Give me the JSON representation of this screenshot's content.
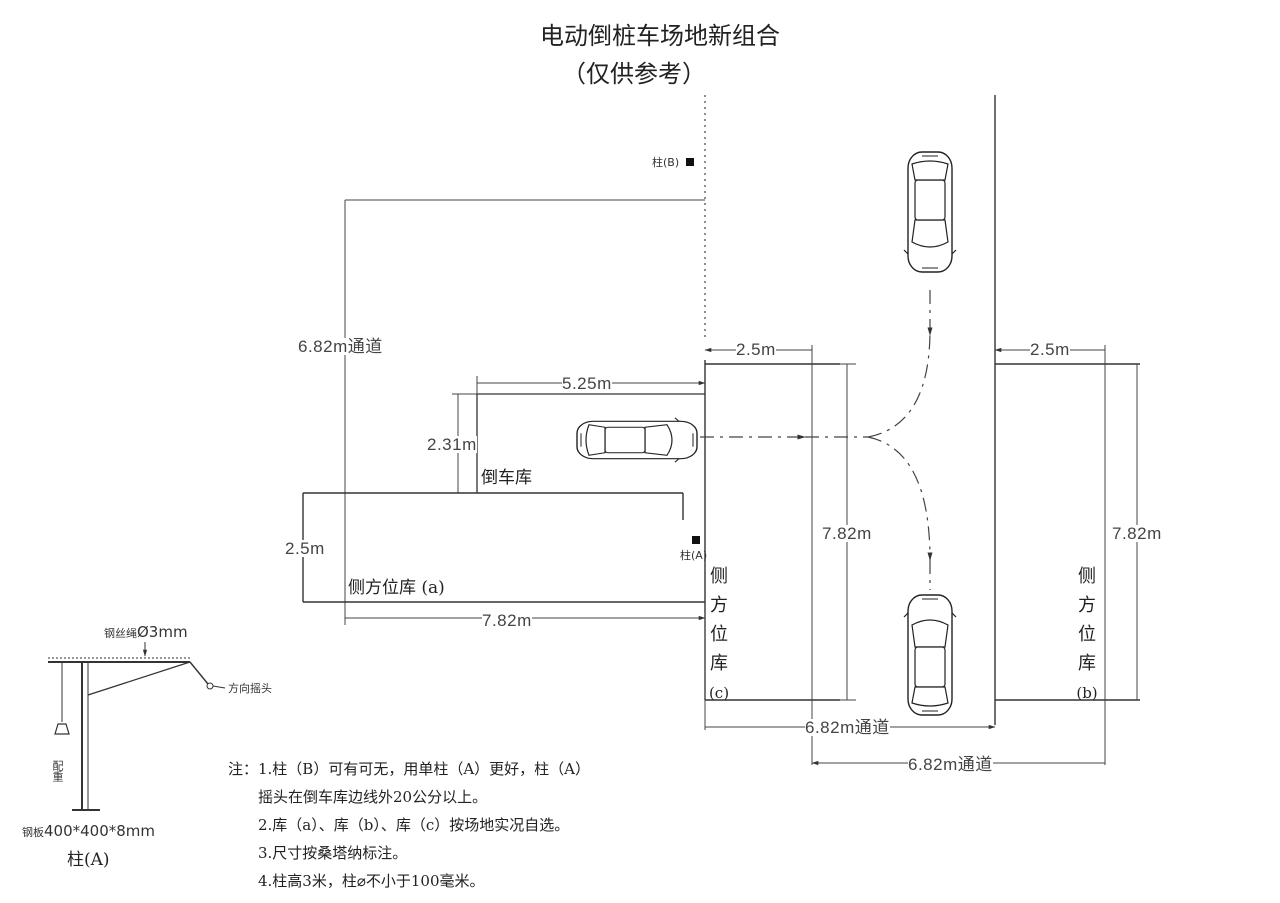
{
  "title": "电动倒桩车场地新组合",
  "subtitle": "（仅供参考）",
  "labels": {
    "pillar_b": "柱(B)",
    "pillar_a": "柱(A)",
    "reverse_garage": "倒车库",
    "side_garage_a": "侧方位库 (a)",
    "side_garage_c": [
      "侧",
      "方",
      "位",
      "库",
      "(c)"
    ],
    "side_garage_b": [
      "侧",
      "方",
      "位",
      "库",
      "(b)"
    ]
  },
  "dimensions": {
    "d_682_channel_left": "6.82m通道",
    "d_525": "5.25m",
    "d_231": "2.31m",
    "d_25_left": "2.5m",
    "d_782_bottom": "7.82m",
    "d_25_c": "2.5m",
    "d_25_b": "2.5m",
    "d_782_c": "7.82m",
    "d_782_b": "7.82m",
    "d_682_channel_mid": "6.82m通道",
    "d_682_channel_bottom": "6.82m通道"
  },
  "pillar_detail": {
    "wire_rope": "钢丝绳",
    "wire_size": "Ø3mm",
    "crank": "方向摇头",
    "counterweight": "配重",
    "plate": "钢板",
    "plate_size": "400*400*8mm",
    "caption": "柱(A)"
  },
  "notes": [
    "注：1.柱（B）可有可无，用单柱（A）更好，柱（A）",
    "摇头在倒车库边线外20公分以上。",
    "2.库（a）、库（b）、库（c）按场地实况自选。",
    "3.尺寸按桑塔纳标注。",
    "4.柱高3米，柱⌀不小于100毫米。"
  ]
}
